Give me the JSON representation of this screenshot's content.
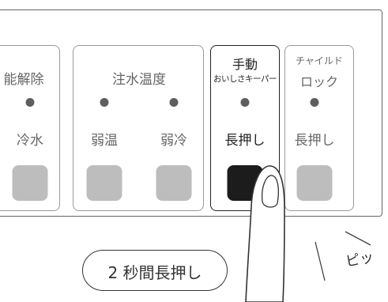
{
  "control_panel": {
    "partial_group": {
      "header": "能解除",
      "mode_label": "冷水"
    },
    "water_temp_group": {
      "header": "注水温度",
      "buttons": [
        {
          "label": "弱温"
        },
        {
          "label": "弱冷"
        }
      ]
    },
    "freshness_keeper": {
      "header_line1": "手動",
      "header_line2": "おいしさキーパー",
      "action_label": "長押し"
    },
    "child_lock": {
      "header_line1": "チャイルド",
      "header_line2": "ロック",
      "action_label": "長押し"
    }
  },
  "sound_effect": "ピッ",
  "instruction": "2 秒間長押し",
  "colors": {
    "panel_border": "#666666",
    "group_border": "#9a9a9a",
    "led": "#5e5e5e",
    "button": "#bdbdbd",
    "button_pressed": "#1c1c1c"
  }
}
